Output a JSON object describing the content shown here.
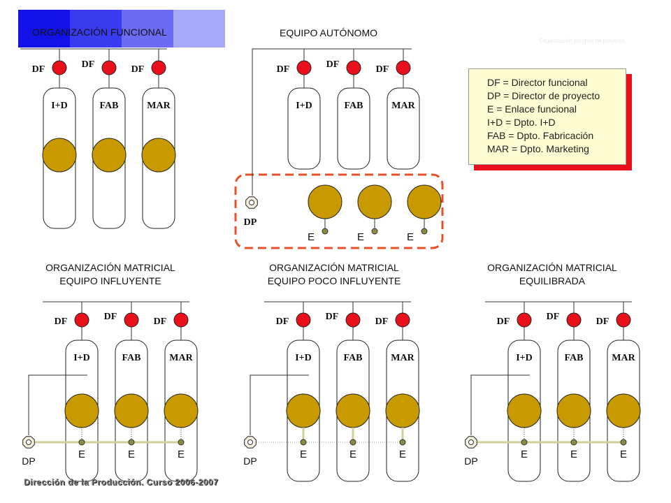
{
  "top_banner": {
    "title": "ORGANIZACIÓN FUNCIONAL",
    "colors": [
      "#1212e8",
      "#3a3aef",
      "#6b6bf3",
      "#a8a8f9"
    ]
  },
  "watermark": "Organización equipos de proyecto",
  "legend": {
    "lines": [
      "DF = Director funcional",
      "DP = Director de proyecto",
      "E = Enlace funcional",
      "I+D = Dpto. I+D",
      "FAB = Dpto. Fabricación",
      "MAR = Dpto. Marketing"
    ]
  },
  "footer": "Dirección de la Producción. Curso 2006-2007",
  "colors": {
    "director_red": "#e8101a",
    "member_gold": "#c89a00",
    "liaison_olive": "#8a8a40",
    "team_border_orange": "#e8502a",
    "legend_shadow": "#e8101a",
    "legend_fill": "#fffbd2"
  },
  "diagrams": [
    {
      "id": "funcional",
      "title_lines": [],
      "df_labels": [
        "DF",
        "DF",
        "DF"
      ],
      "departments": [
        "I+D",
        "FAB",
        "MAR"
      ],
      "has_members": true,
      "has_dp": false
    },
    {
      "id": "autonomo",
      "title_lines": [
        "EQUIPO AUTÓNOMO"
      ],
      "df_labels": [
        "DF",
        "DF",
        "DF"
      ],
      "departments": [
        "I+D",
        "FAB",
        "MAR"
      ],
      "has_members": false,
      "has_dp": true,
      "dp_label": "DP",
      "e_labels": [
        "E",
        "E",
        "E"
      ]
    },
    {
      "id": "matricial_influyente",
      "title_lines": [
        "ORGANIZACIÓN MATRICIAL",
        "EQUIPO INFLUYENTE"
      ],
      "df_labels": [
        "DF",
        "DF",
        "DF"
      ],
      "departments": [
        "I+D",
        "FAB",
        "MAR"
      ],
      "has_members": true,
      "has_dp": true,
      "dp_label": "DP",
      "e_labels": [
        "E",
        "E",
        "E"
      ],
      "dp_link": "strong"
    },
    {
      "id": "matricial_poco_influyente",
      "title_lines": [
        "ORGANIZACIÓN MATRICIAL",
        "EQUIPO POCO INFLUYENTE"
      ],
      "df_labels": [
        "DF",
        "DF",
        "DF"
      ],
      "departments": [
        "I+D",
        "FAB",
        "MAR"
      ],
      "has_members": true,
      "has_dp": true,
      "dp_label": "DP",
      "e_labels": [
        "E",
        "E",
        "E"
      ],
      "dp_link": "weak"
    },
    {
      "id": "matricial_equilibrada",
      "title_lines": [
        "ORGANIZACIÓN MATRICIAL",
        "EQUILIBRADA"
      ],
      "df_labels": [
        "DF",
        "DF",
        "DF"
      ],
      "departments": [
        "I+D",
        "FAB",
        "MAR"
      ],
      "has_members": true,
      "has_dp": true,
      "dp_label": "DP",
      "e_labels": [
        "E",
        "E",
        "E"
      ],
      "dp_link": "strong"
    }
  ]
}
